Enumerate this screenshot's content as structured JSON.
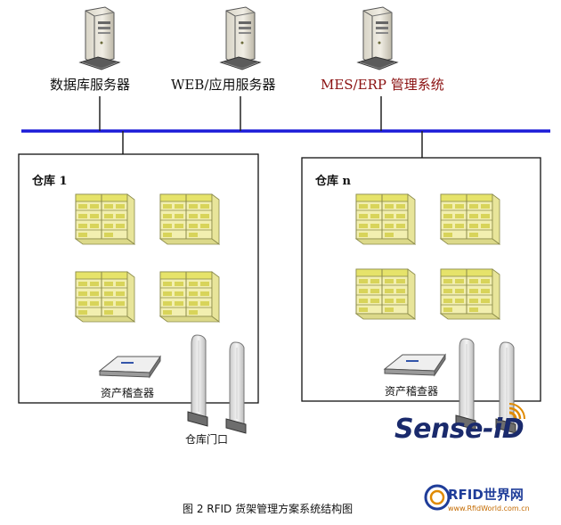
{
  "servers": [
    {
      "label": "数据库服务器"
    },
    {
      "label": "WEB/应用服务器"
    },
    {
      "label": "MES/ERP 管理系统"
    }
  ],
  "warehouses": [
    {
      "title": "仓库 1",
      "reader_label": "资产稽查器",
      "portal_label": "仓库门口"
    },
    {
      "title": "仓库 n",
      "reader_label": "资产稽查器"
    }
  ],
  "caption": "图 2 RFID 货架管理方案系统结构图",
  "brand": {
    "name": "Sense-iD"
  },
  "watermark": {
    "logo": "RFID世界网",
    "url": "www.RfidWorld.com.cn"
  },
  "colors": {
    "network_bus": "#1b1bd8",
    "shelf": "#e6e36a",
    "accent_text": "#8a1010",
    "brand": "#1a2a6c"
  }
}
